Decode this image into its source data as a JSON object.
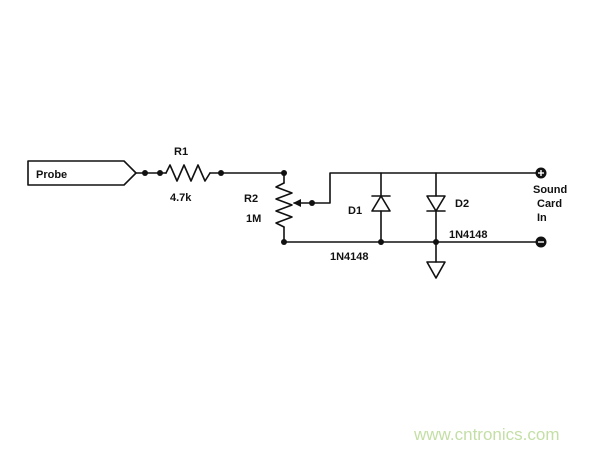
{
  "circuit": {
    "probe_label": "Probe",
    "r1": {
      "ref": "R1",
      "value": "4.7k"
    },
    "r2": {
      "ref": "R2",
      "value": "1M"
    },
    "d1": {
      "ref": "D1",
      "part": "1N4148"
    },
    "d2": {
      "ref": "D2",
      "part": "1N4148"
    },
    "output": {
      "line1": "Sound",
      "line2": "Card",
      "line3": "In"
    },
    "terminal_plus": "+",
    "terminal_minus": "−"
  },
  "watermark": "www.cntronics.com",
  "colors": {
    "ink": "#111111",
    "watermark": "#c4dfa6"
  }
}
